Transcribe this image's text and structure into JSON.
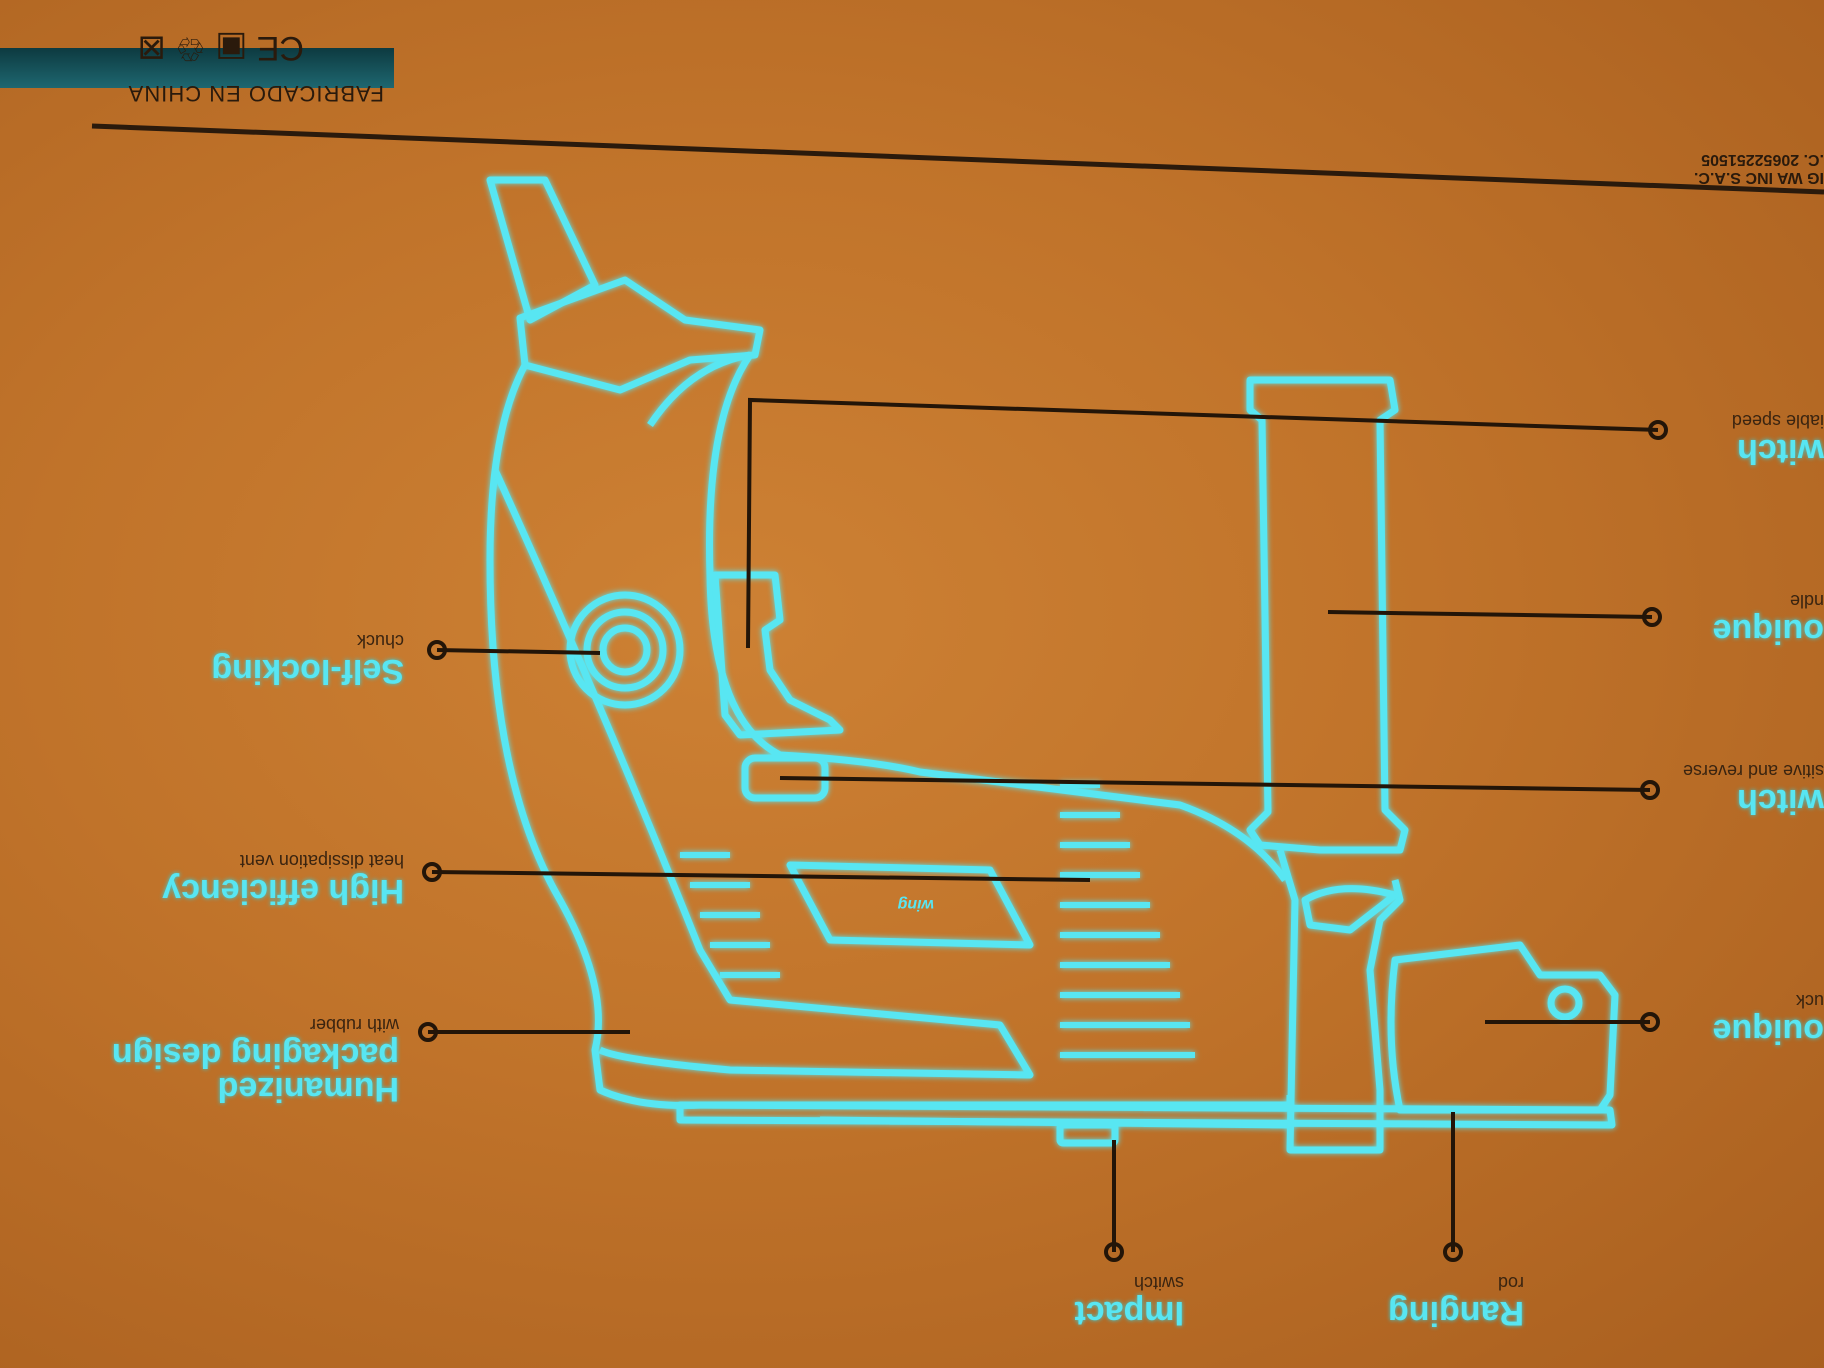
{
  "box": {
    "made_in": "FABRICADO EN CHINA",
    "company_line1": "IG WA INC S.A.C.",
    "company_line2": ".C. 20652251505",
    "cert_marks": "CE ▣ ♲ ⊠",
    "logo_text": "wing"
  },
  "callouts": {
    "self_locking": {
      "title": "Self-locking",
      "sub": "chuck"
    },
    "high_efficiency": {
      "title": "High efficiency",
      "sub": "heat dissipation vent"
    },
    "humanized_line1": "Humanized",
    "humanized_line2": "packaging design",
    "humanized_sub": "with rubber",
    "impact": {
      "title": "Impact",
      "sub": "switch"
    },
    "ranging": {
      "title": "Ranging",
      "sub": "rod"
    },
    "switch_speed": {
      "title": "witch",
      "sub": "iable speed"
    },
    "torque_handle": {
      "title": "ouique",
      "sub": "ndle"
    },
    "switch_reverse": {
      "title": "witch",
      "sub": "sitive and reverse"
    },
    "torque_chuck": {
      "title": "ouique",
      "sub": "uck"
    }
  },
  "colors": {
    "cardboard": "#c0732a",
    "neon": "#58e6f2",
    "ink": "#2a1a0c"
  }
}
